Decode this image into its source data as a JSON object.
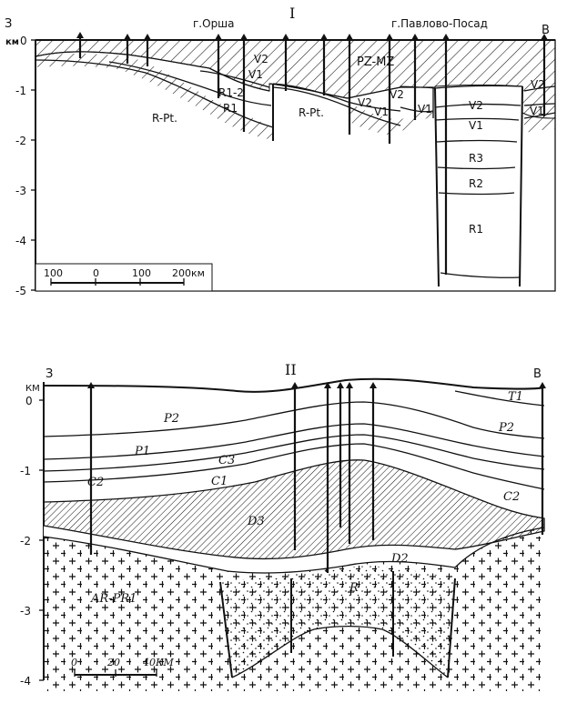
{
  "section1": {
    "roman": "I",
    "end_left": "З",
    "end_right": "В",
    "city_left": "г.Орша",
    "city_right": "г.Павлово-Посад",
    "axis_unit": "км",
    "y_ticks": [
      "0",
      "-1",
      "-2",
      "-3",
      "-4",
      "-5"
    ],
    "labels": {
      "pz_mz": "PZ-MZ",
      "r_pt_left": "R-Pt.",
      "r_pt_mid": "R-Pt.",
      "r12": "R1-2",
      "r1_left": "R1",
      "v2_a": "V2",
      "v1_a": "V1",
      "v2_b": "V2",
      "v1_b": "V1",
      "v2_c": "V2",
      "v1_c": "V1",
      "v2_d": "V2",
      "v1_d": "V1",
      "r3": "R3",
      "r2": "R2",
      "r1_right": "R1",
      "v2_e": "V2",
      "v1_e": "V1"
    },
    "scale": {
      "ticks": [
        "100",
        "0",
        "100",
        "200км"
      ]
    }
  },
  "section2": {
    "roman": "II",
    "end_left": "З",
    "end_right": "В",
    "axis_unit": "КМ",
    "y_ticks": [
      "0",
      "-1",
      "-2",
      "-3",
      "-4"
    ],
    "labels": {
      "p2_left": "P2",
      "p2_right": "P2",
      "t1": "T1",
      "p1": "P1",
      "c3": "C3",
      "c1": "C1",
      "c2_left": "C2",
      "c2_right": "C2",
      "d3": "D3",
      "d2": "D2",
      "r": "R",
      "ar_pr1": "AR-PR1"
    },
    "scale": {
      "ticks": [
        "0",
        "20",
        "40КМ"
      ]
    }
  }
}
